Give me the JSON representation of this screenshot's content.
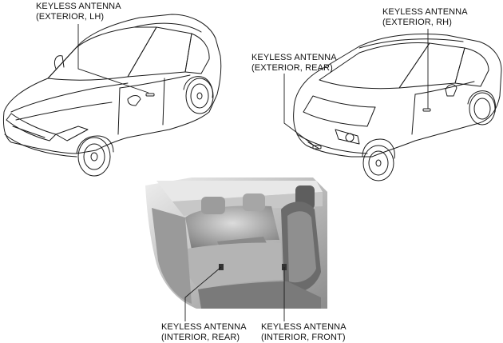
{
  "callouts": {
    "exterior_lh": {
      "line1": "KEYLESS ANTENNA",
      "line2": "(EXTERIOR, LH)"
    },
    "exterior_rh": {
      "line1": "KEYLESS ANTENNA",
      "line2": "(EXTERIOR, RH)"
    },
    "exterior_rear": {
      "line1": "KEYLESS ANTENNA",
      "line2": "(EXTERIOR, REAR)"
    },
    "interior_rear": {
      "line1": "KEYLESS ANTENNA",
      "line2": "(INTERIOR, REAR)"
    },
    "interior_front": {
      "line1": "KEYLESS ANTENNA",
      "line2": "(INTERIOR, FRONT)"
    }
  },
  "colors": {
    "line": "#1a1a1a",
    "interior_dark": "#6e6e6e",
    "interior_mid": "#a9a9a9",
    "interior_light": "#d6d6d6"
  }
}
